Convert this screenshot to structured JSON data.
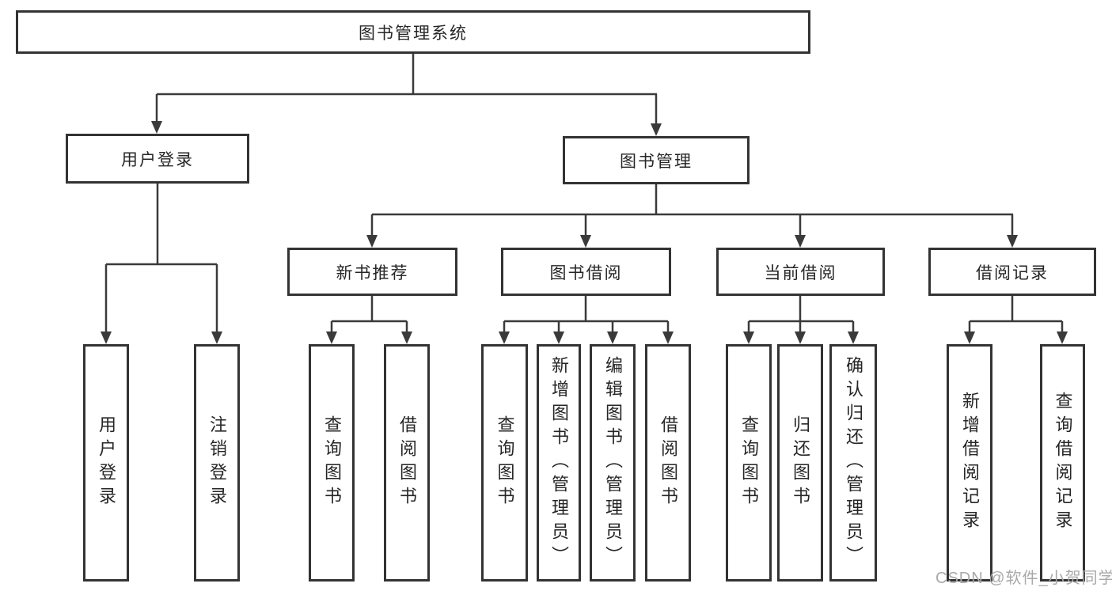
{
  "diagram": {
    "root": {
      "label": "图书管理系统"
    },
    "branches": [
      {
        "label": "用户登录",
        "leaves": [
          {
            "label": "用户登录"
          },
          {
            "label": "注销登录"
          }
        ]
      },
      {
        "label": "图书管理",
        "groups": [
          {
            "label": "新书推荐",
            "leaves": [
              {
                "label": "查询图书"
              },
              {
                "label": "借阅图书"
              }
            ]
          },
          {
            "label": "图书借阅",
            "leaves": [
              {
                "label": "查询图书"
              },
              {
                "label": "新增图书（管理员）"
              },
              {
                "label": "编辑图书（管理员）"
              },
              {
                "label": "借阅图书"
              }
            ]
          },
          {
            "label": "当前借阅",
            "leaves": [
              {
                "label": "查询图书"
              },
              {
                "label": "归还图书"
              },
              {
                "label": "确认归还（管理员）"
              }
            ]
          },
          {
            "label": "借阅记录",
            "leaves": [
              {
                "label": "新增借阅记录"
              },
              {
                "label": "查询借阅记录"
              }
            ]
          }
        ]
      }
    ]
  },
  "watermark": {
    "text": "CSDN @软件_小贺同学"
  },
  "colors": {
    "line": "#3a3a3a",
    "box_border": "#333333",
    "text": "#262626",
    "watermark": "#a9a9a9",
    "background": "#ffffff"
  }
}
